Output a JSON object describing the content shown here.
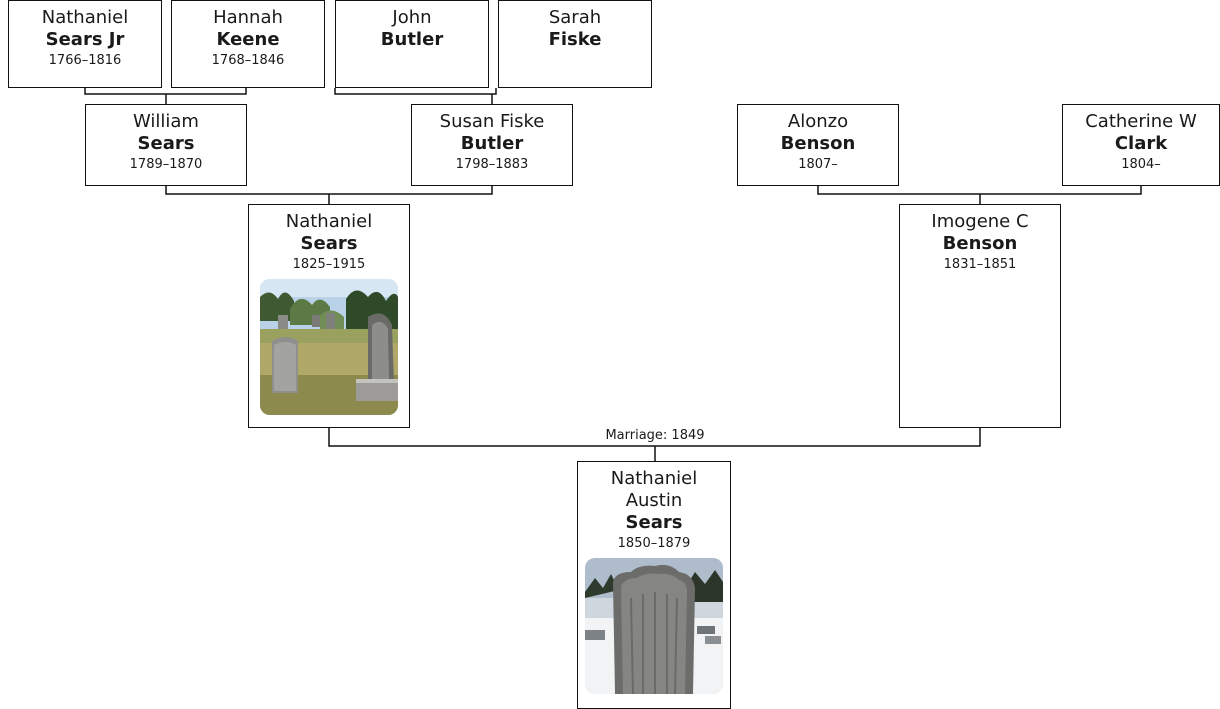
{
  "tree": {
    "great_grandparents": [
      {
        "given": "Nathaniel",
        "surname": "Sears Jr",
        "dates": "1766–1816"
      },
      {
        "given": "Hannah",
        "surname": "Keene",
        "dates": "1768–1846"
      },
      {
        "given": "John",
        "surname": "Butler",
        "dates": ""
      },
      {
        "given": "Sarah",
        "surname": "Fiske",
        "dates": ""
      }
    ],
    "grandparents": [
      {
        "given": "William",
        "surname": "Sears",
        "dates": "1789–1870"
      },
      {
        "given": "Susan Fiske",
        "surname": "Butler",
        "dates": "1798–1883"
      },
      {
        "given": "Alonzo",
        "surname": "Benson",
        "dates": "1807–"
      },
      {
        "given": "Catherine W",
        "surname": "Clark",
        "dates": "1804–"
      }
    ],
    "parents": [
      {
        "given": "Nathaniel",
        "surname": "Sears",
        "dates": "1825–1915",
        "photo": "headstone-photo"
      },
      {
        "given": "Imogene C",
        "surname": "Benson",
        "dates": "1831–1851"
      }
    ],
    "marriage": {
      "label": "Marriage: 1849"
    },
    "focus": {
      "given_1": "Nathaniel",
      "given_2": "Austin",
      "surname": "Sears",
      "dates": "1850–1879",
      "photo": "headstone-photo"
    }
  }
}
